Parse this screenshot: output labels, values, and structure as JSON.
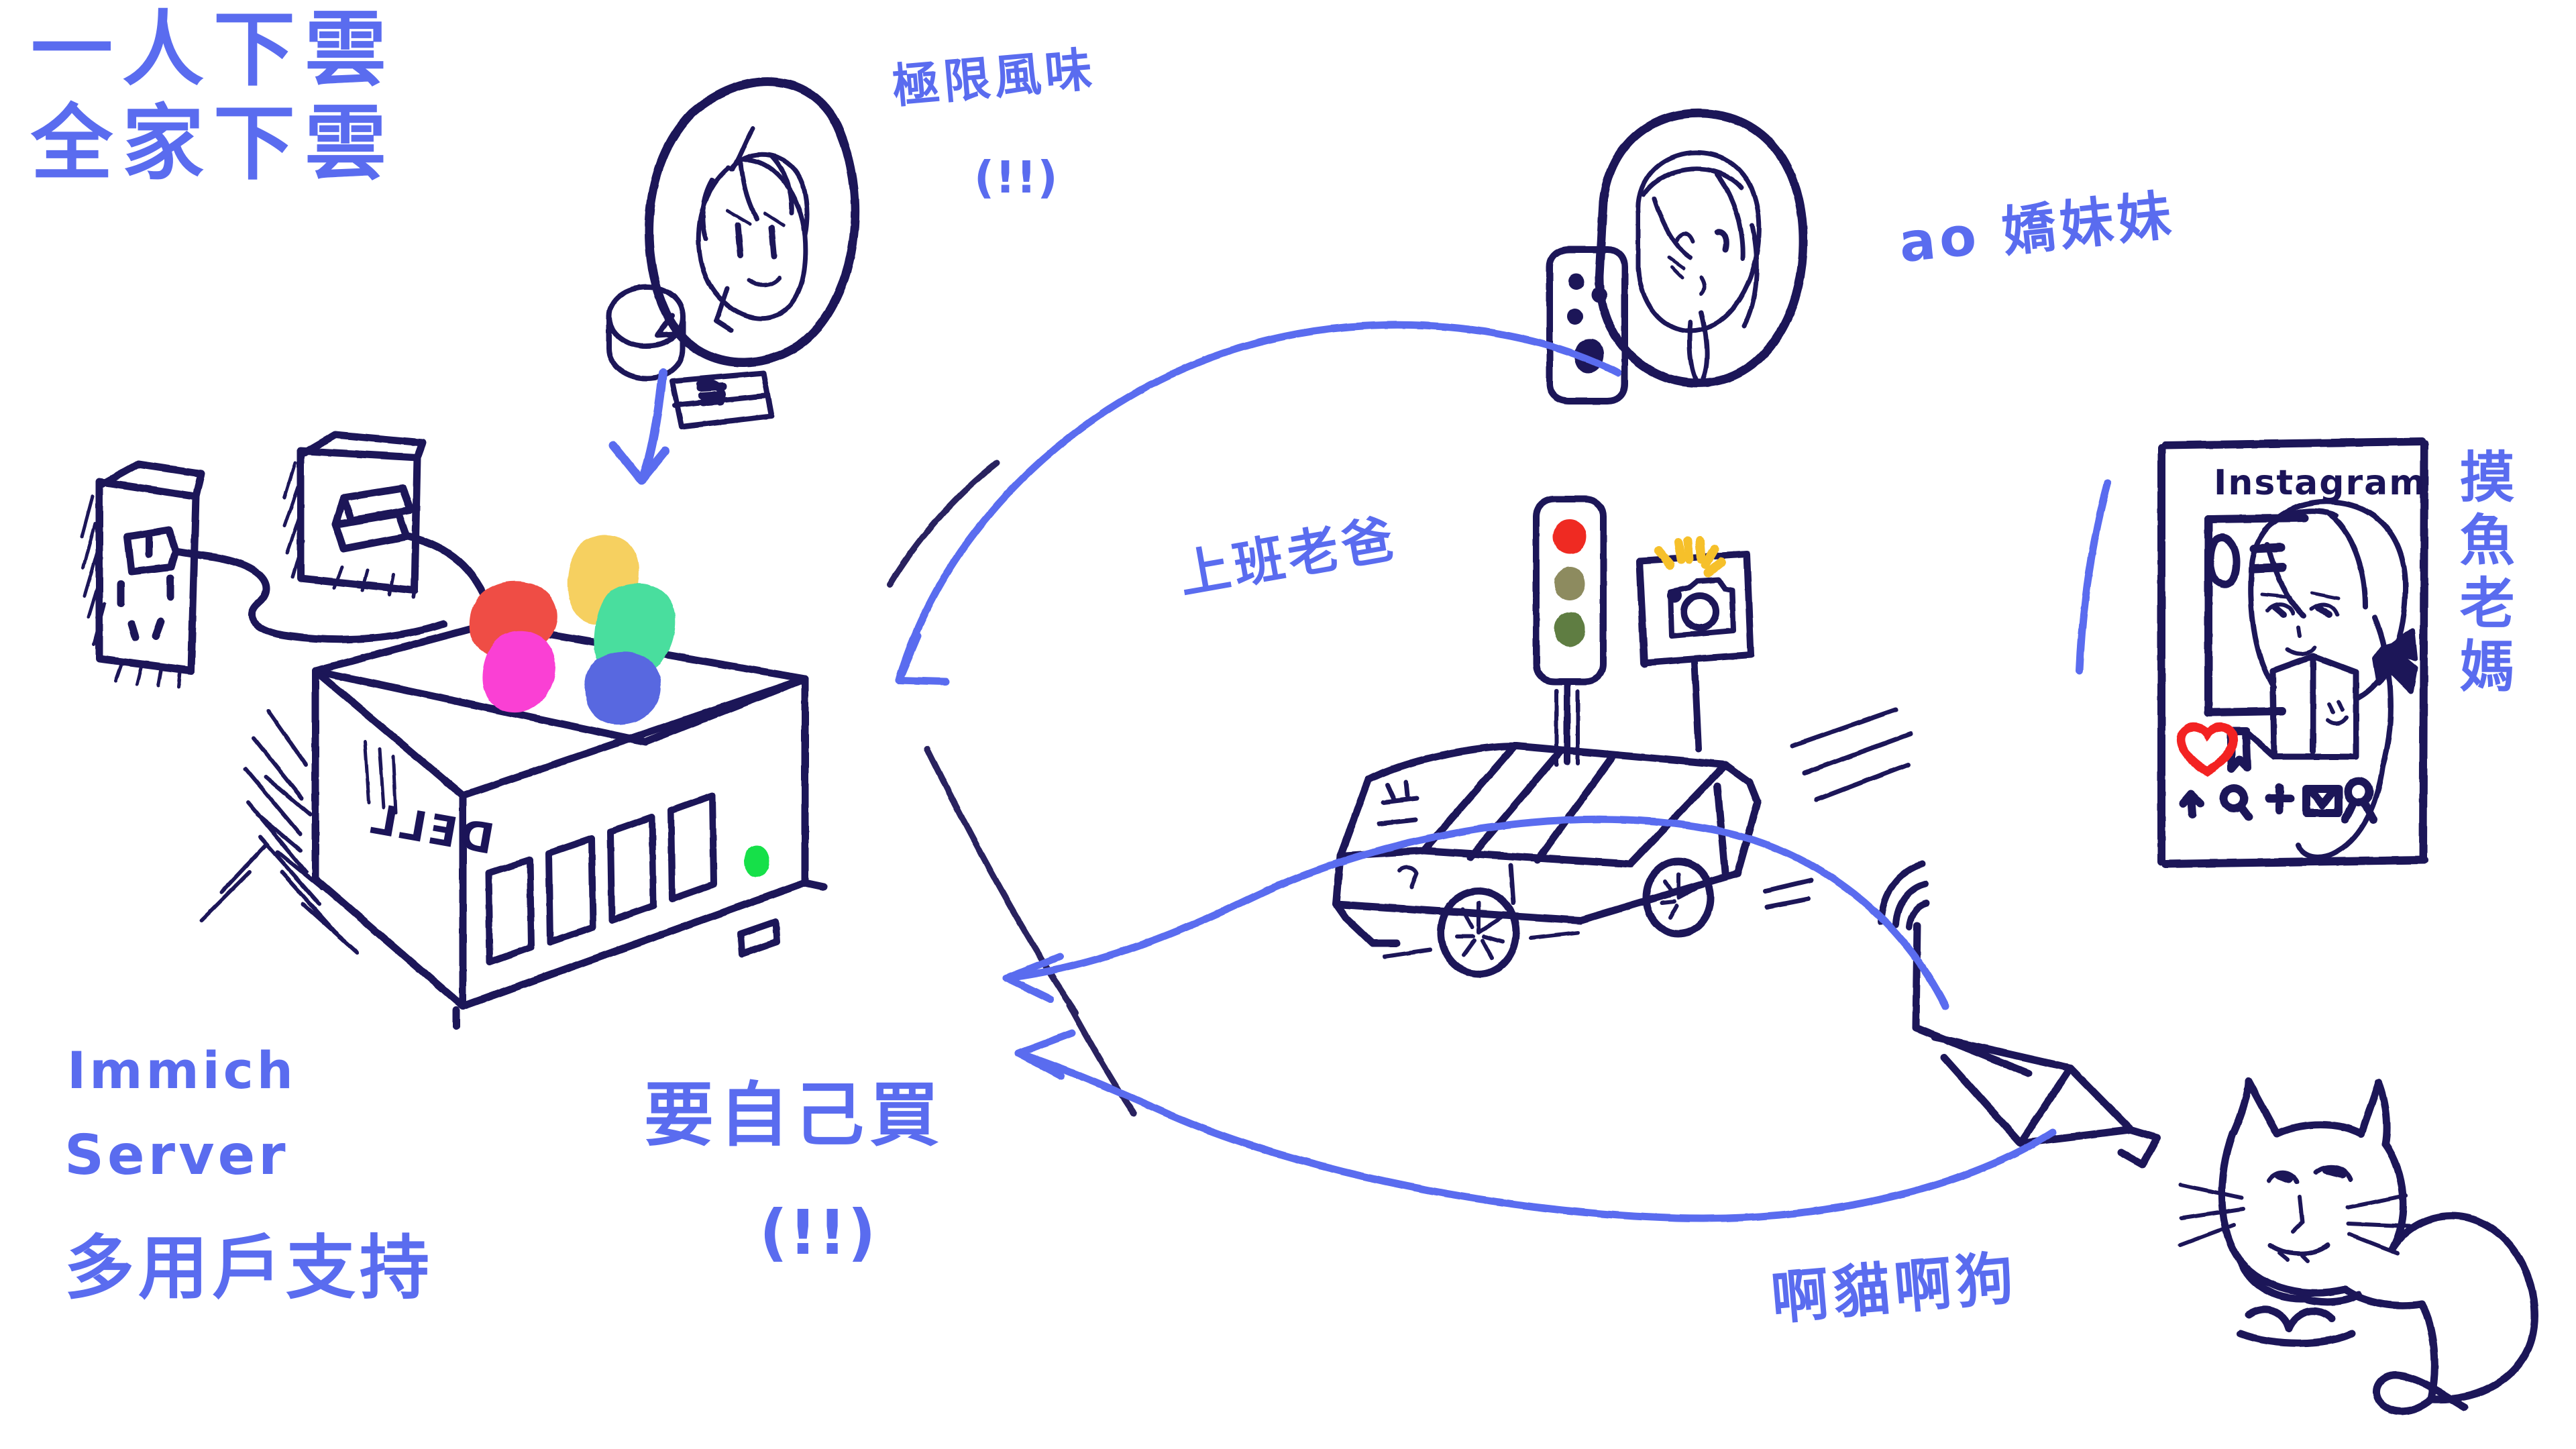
{
  "meta": {
    "kind": "hand-drawn whiteboard illustration",
    "background_color": "#ffffff",
    "ink_navy": "#1b1458",
    "ink_blue": "#5a6cef",
    "accent_red": "#ef4e45",
    "accent_yellow": "#f6d061",
    "accent_green": "#4ade9e",
    "accent_magenta": "#fa3fd4",
    "accent_blue_petal": "#5868e0",
    "led_green": "#19e04a",
    "heart_red": "#f32020",
    "traffic_red": "#ef2b24",
    "flash_yellow": "#f6c02a"
  },
  "title": {
    "line1": "一人下雲",
    "line2": "全家下雲"
  },
  "labels": {
    "extreme_flavor": "極限風味",
    "extreme_flavor_excl": "(!!)",
    "ao_sister": "ao 嬌妹妹",
    "working_dad": "上班老爸",
    "slacking_mom_vertical": "摸魚老媽",
    "immich_server_line1": "Immich",
    "immich_server_line2": "Server",
    "multiuser_support": "多用戶支持",
    "buy_it_yourself": "要自己買",
    "buy_it_yourself_excl": "(!!)",
    "cats_and_dogs": "啊貓啊狗",
    "instagram": "Instagram",
    "dell_brand": "DELL"
  },
  "server": {
    "brand": "DELL",
    "drive_bay_count": 4,
    "status_led": "green",
    "logo": {
      "name": "immich-logo",
      "petals": [
        {
          "name": "petal-yellow",
          "color": "#f6d061"
        },
        {
          "name": "petal-green",
          "color": "#4ade9e"
        },
        {
          "name": "petal-red",
          "color": "#ef4e45"
        },
        {
          "name": "petal-magenta",
          "color": "#fa3fd4"
        },
        {
          "name": "petal-blue",
          "color": "#5868e0"
        }
      ]
    }
  },
  "instagram_panel": {
    "header": "Instagram",
    "action_icons": [
      "heart-icon",
      "bookmark-icon",
      "share-icon",
      "search-icon",
      "plus-icon",
      "reels-icon",
      "profile-icon"
    ],
    "heart_color": "#f32020"
  },
  "scene": {
    "traffic_light": {
      "lit": "red",
      "lamps": [
        "red",
        "amber",
        "green"
      ]
    },
    "speed_camera": {
      "flash": true,
      "flash_color": "#f6c02a"
    },
    "vehicle": "cybertruck",
    "security_camera": "wifi-cctv",
    "pet": "cat"
  },
  "characters": [
    {
      "name": "kid-with-harddrive",
      "bubble": true,
      "holds": "hard-disk"
    },
    {
      "name": "girl-with-handheld-console",
      "bubble": true,
      "holds": "handheld-console"
    },
    {
      "name": "mom-reading-book",
      "bubble": false,
      "holds": "book"
    }
  ]
}
